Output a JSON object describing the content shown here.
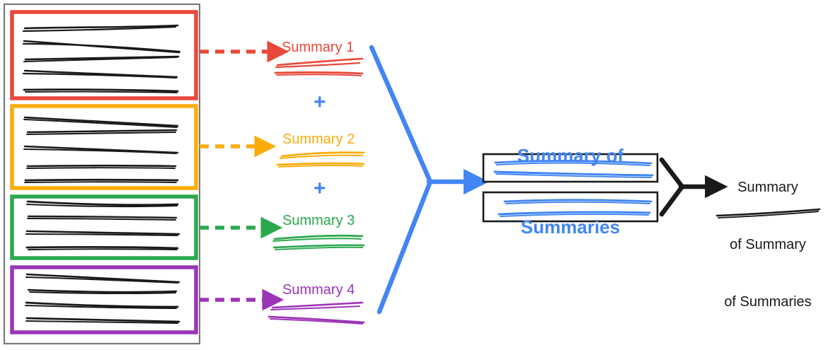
{
  "diagram": {
    "title_semantics": "hierarchical-summarization-flow",
    "colors": {
      "red": "#E8483B",
      "orange": "#FBAC0C",
      "green": "#2BA84F",
      "purple": "#9C35B6",
      "blue": "#4285F4",
      "black": "#1A1A1A",
      "gray_border": "#7A7A7A"
    },
    "source_panel": {
      "name": "source-documents-panel",
      "groups": [
        {
          "id": "group-1",
          "color_key": "red",
          "label": "red-document-group",
          "line_rows": 5
        },
        {
          "id": "group-2",
          "color_key": "orange",
          "label": "orange-document-group",
          "line_rows": 5
        },
        {
          "id": "group-3",
          "color_key": "green",
          "label": "green-document-group",
          "line_rows": 4
        },
        {
          "id": "group-4",
          "color_key": "purple",
          "label": "purple-document-group",
          "line_rows": 4
        }
      ]
    },
    "summaries": [
      {
        "id": "summary-1",
        "text": "Summary 1",
        "color_key": "red"
      },
      {
        "id": "summary-2",
        "text": "Summary 2",
        "color_key": "orange"
      },
      {
        "id": "summary-3",
        "text": "Summary 3",
        "color_key": "green"
      },
      {
        "id": "summary-4",
        "text": "Summary 4",
        "color_key": "purple"
      }
    ],
    "plus_signs": [
      {
        "id": "plus-1",
        "text": "+",
        "color_key": "blue"
      },
      {
        "id": "plus-2",
        "text": "+",
        "color_key": "blue"
      },
      {
        "id": "plus-3",
        "text": "+",
        "color_key": "blue"
      }
    ],
    "summary_of_summaries": {
      "title_line_1": "Summary of",
      "title_line_2": "Summaries",
      "color_key": "blue",
      "boxes": [
        {
          "id": "sos-box-1",
          "line_rows": 2
        },
        {
          "id": "sos-box-2",
          "line_rows": 2
        }
      ]
    },
    "final_output": {
      "line_1": "Summary",
      "line_2": "of Summary",
      "line_3": "of Summaries",
      "color_key": "black"
    },
    "arrows": {
      "dashed_to_summary": [
        "red",
        "orange",
        "green",
        "purple"
      ],
      "merge_blue": "blue-merge-arrow",
      "merge_black": "black-merge-arrow"
    }
  }
}
